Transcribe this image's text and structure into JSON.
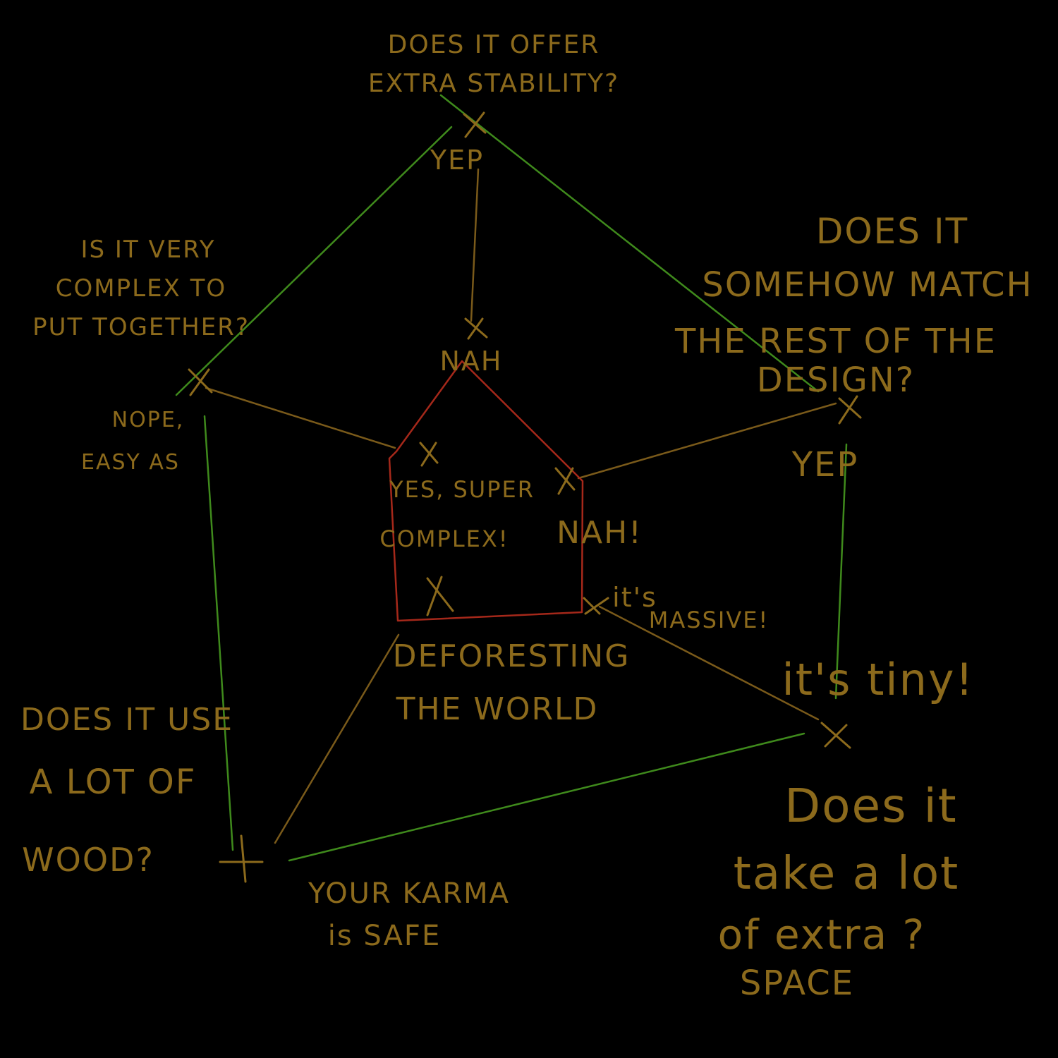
{
  "colors": {
    "background": "#000000",
    "text": "#8c6a1c",
    "outer_polygon": "#3f8a1c",
    "spokes": "#7a5a1a",
    "inner_polygon": "#a5281a"
  },
  "axes": [
    {
      "question": [
        "DOES IT OFFER",
        "EXTRA STABILITY?"
      ],
      "outer": [
        "YEP"
      ],
      "inner": [
        "NAH"
      ]
    },
    {
      "question": [
        "IS IT VERY",
        "COMPLEX TO",
        "PUT TOGETHER?"
      ],
      "outer": [
        "NOPE,",
        "EASY AS"
      ],
      "inner": [
        "YES, SUPER",
        "COMPLEX!"
      ]
    },
    {
      "question": [
        "DOES IT",
        "SOMEHOW MATCH",
        "THE REST OF THE",
        "DESIGN?"
      ],
      "outer": [
        "YEP"
      ],
      "inner": [
        "NAH!"
      ]
    },
    {
      "question": [
        "Does it",
        "take a lot",
        "of extra ?",
        "SPACE"
      ],
      "outer": [
        "it's tiny!"
      ],
      "inner": [
        "it's",
        "MASSIVE!"
      ]
    },
    {
      "question": [
        "DOES IT USE",
        "A LOT OF",
        "WOOD?"
      ],
      "outer": [
        "YOUR KARMA",
        "is SAFE"
      ],
      "inner": [
        "DEFORESTING",
        "THE WORLD"
      ]
    }
  ]
}
